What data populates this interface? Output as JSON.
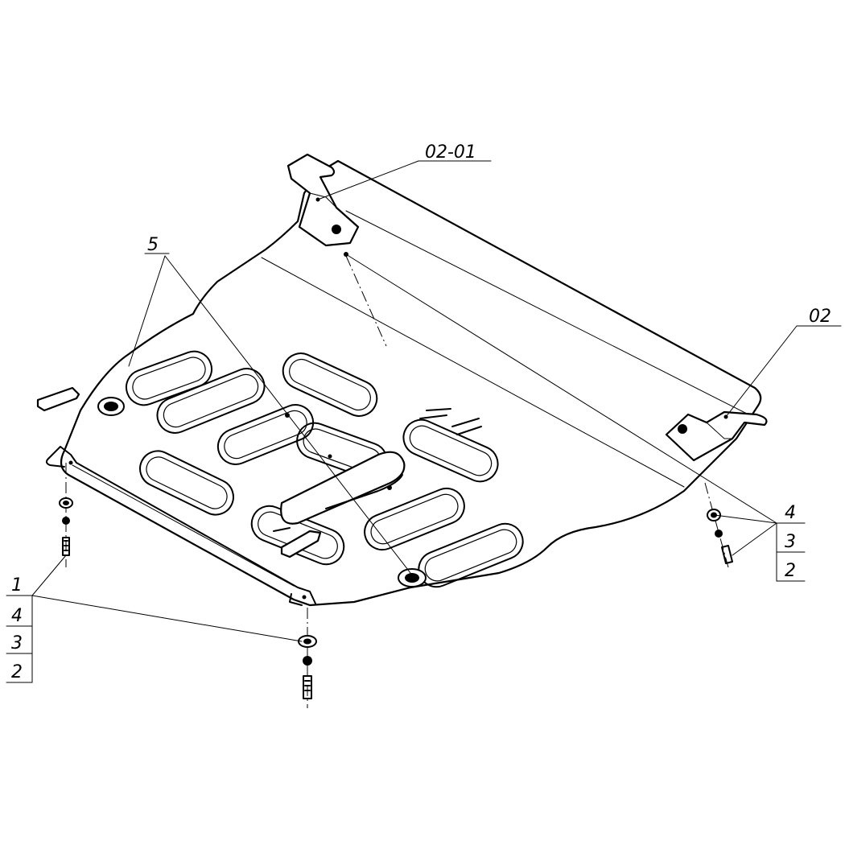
{
  "callouts": {
    "part_02_01": "02-01",
    "part_02": "02",
    "part_5": "5",
    "stack_left": [
      "1",
      "4",
      "3",
      "2"
    ],
    "stack_right": [
      "4",
      "3",
      "2"
    ]
  },
  "colors": {
    "line": "#000000",
    "background": "#ffffff"
  }
}
